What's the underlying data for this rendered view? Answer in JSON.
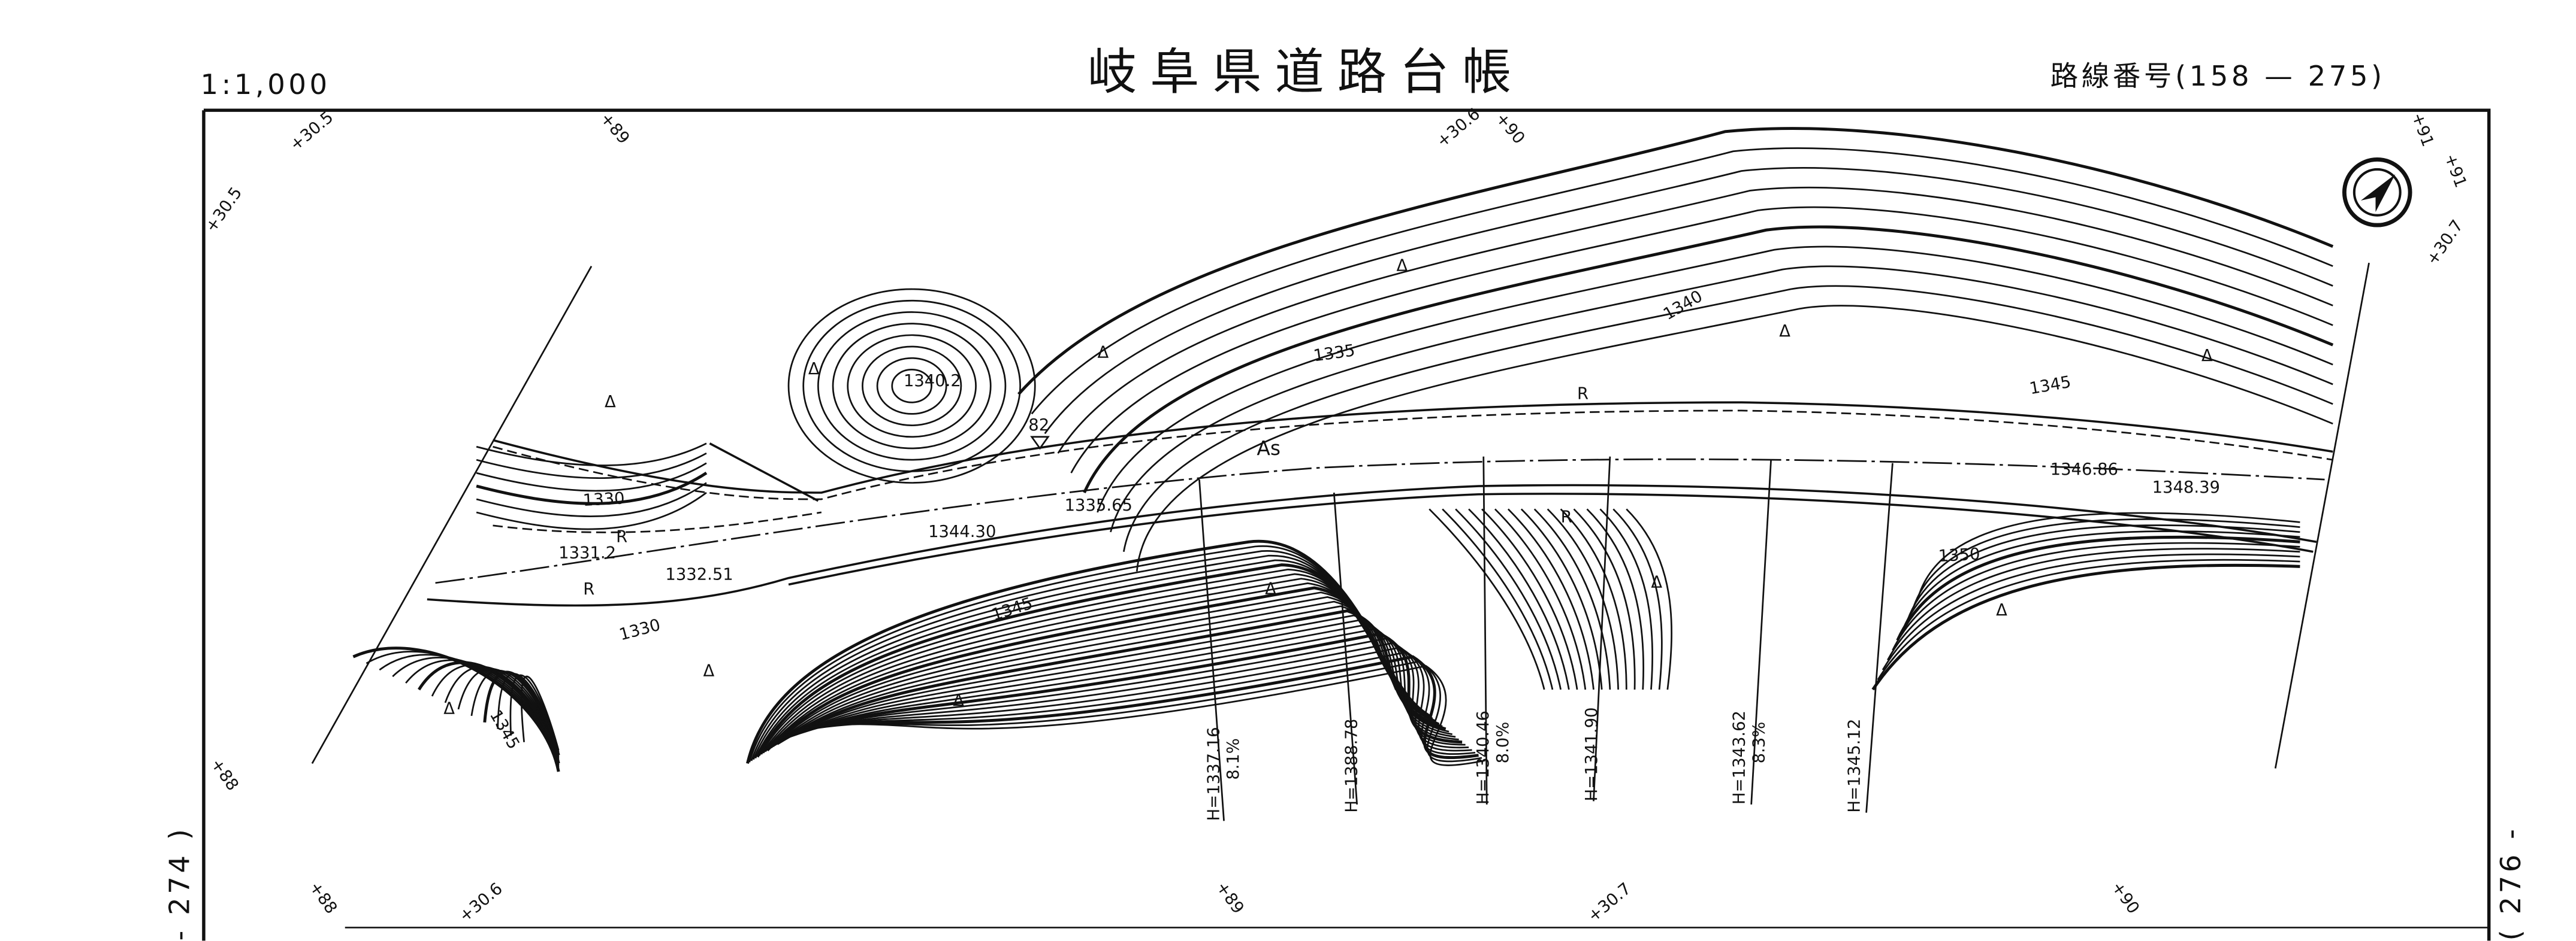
{
  "header": {
    "scale": "1:1,000",
    "title": "岐阜県道路台帳",
    "route": "路線番号(158 — 275)"
  },
  "sheet_refs": {
    "prev": "- 274 )",
    "next": "( 276 -"
  },
  "stations": {
    "top": [
      "+30.5",
      "+89",
      "+30.6",
      "+90",
      "+91",
      "+91"
    ],
    "right": "+30.7",
    "left_top": "+30.5",
    "left_bottom": "+88",
    "bottom": [
      "+88",
      "+30.6",
      "+89",
      "+30.7",
      "+90"
    ]
  },
  "map_labels": {
    "spot_peak": "1340.2",
    "benchmark": "82",
    "surface": "As",
    "contours": [
      "1335",
      "1340",
      "1345",
      "1330",
      "1345",
      "1330",
      "1350",
      "1345"
    ],
    "road_edge": "R",
    "elevations": [
      "1346.86",
      "1348.39",
      "1335.65",
      "1344.30",
      "1331.2",
      "1332.51"
    ],
    "vegetation": "ᐃ"
  },
  "profile_marks": [
    {
      "h": "H=1337.16",
      "grade": "8.1%"
    },
    {
      "h": "H=1388.78",
      "grade": ""
    },
    {
      "h": "H=1340.46",
      "grade": "8.0%"
    },
    {
      "h": "H=1341.90",
      "grade": ""
    },
    {
      "h": "H=1343.62",
      "grade": "8.3%"
    },
    {
      "h": "H=1345.12",
      "grade": ""
    }
  ]
}
